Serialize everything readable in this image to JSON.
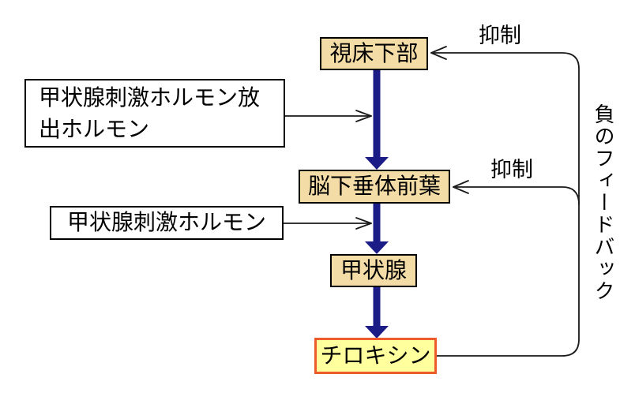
{
  "diagram": {
    "nodes": {
      "hypothalamus": {
        "label": "視床下部"
      },
      "trh": {
        "lines": [
          "甲状腺刺激ホルモン放",
          "出ホルモン"
        ]
      },
      "pituitary": {
        "label": "脳下垂体前葉"
      },
      "tsh": {
        "label": "甲状腺刺激ホルモン"
      },
      "thyroid": {
        "label": "甲状腺"
      },
      "thyroxine": {
        "label": "チロキシン"
      }
    },
    "labels": {
      "inhibit_top": "抑制",
      "inhibit_middle": "抑制",
      "negative_feedback": "負のフィードバック"
    },
    "colors": {
      "node_fill": "#f4dca6",
      "node_border": "#000000",
      "thyroxine_fill": "#ffff9e",
      "thyroxine_border": "#ed5b2b",
      "flow_arrow": "#1c1c87",
      "line": "#1a1a1a",
      "background": "#ffffff"
    }
  }
}
